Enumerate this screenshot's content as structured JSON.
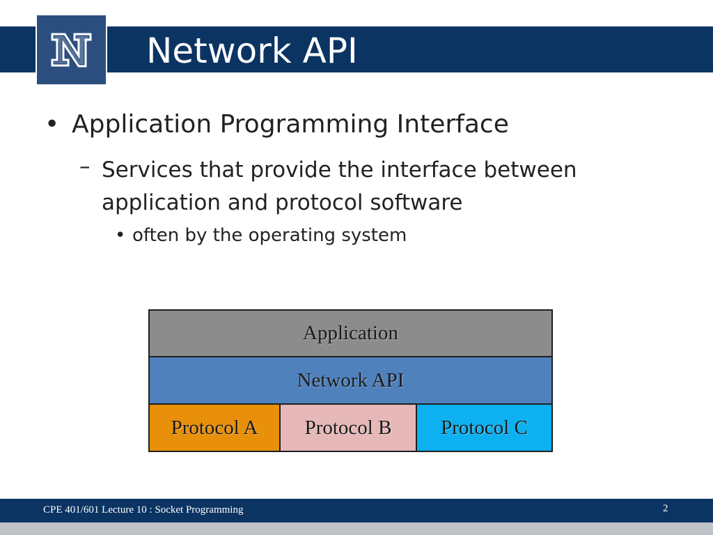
{
  "slide": {
    "title": "Network API",
    "logo_icon": "university-n-logo-icon",
    "bullets": {
      "level1_marker": "•",
      "level1": "Application Programming Interface",
      "level2_marker": "–",
      "level2_line1": "Services that provide the interface between",
      "level2_line2": "application and protocol software",
      "level3_marker": "•",
      "level3": "often by the operating system"
    },
    "diagram": {
      "application": "Application",
      "network_api": "Network API",
      "protocol_a": "Protocol A",
      "protocol_b": "Protocol B",
      "protocol_c": "Protocol C",
      "colors": {
        "application": "#8c8c8c",
        "network_api": "#4f81bd",
        "protocol_a": "#e8900a",
        "protocol_b": "#e6b9b8",
        "protocol_c": "#0db0f0"
      }
    },
    "footer": {
      "text": "CPE 401/601 Lecture 10 : Socket Programming",
      "page_number": "2"
    },
    "colors": {
      "title_bar": "#0b3463",
      "logo_bg": "#2c4e7f"
    }
  }
}
